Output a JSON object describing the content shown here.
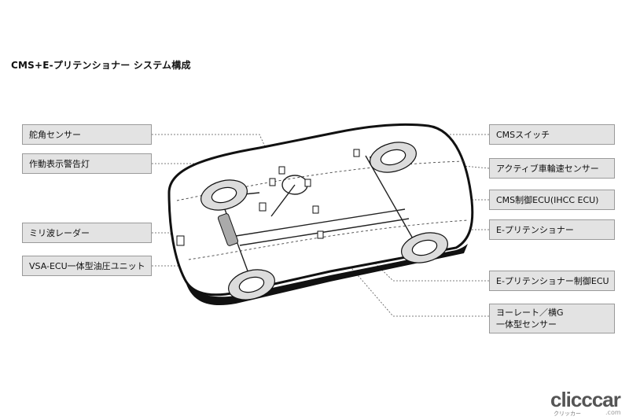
{
  "title": "CMS+E-プリテンショナー システム構成",
  "labels_left": [
    "舵角センサー",
    "作動表示警告灯",
    "ミリ波レーダー",
    "VSA-ECU一体型油圧ユニット"
  ],
  "labels_right": [
    "CMSスイッチ",
    "アクティブ車輪速センサー",
    "CMS制御ECU(IHCC ECU)",
    "E-プリテンショナー",
    "E-プリテンショナー制御ECU",
    "ヨーレート／横G",
    "一体型センサー"
  ],
  "watermark": {
    "brand": "clicccar",
    "sub": "クリッカー",
    "com": ".com"
  }
}
